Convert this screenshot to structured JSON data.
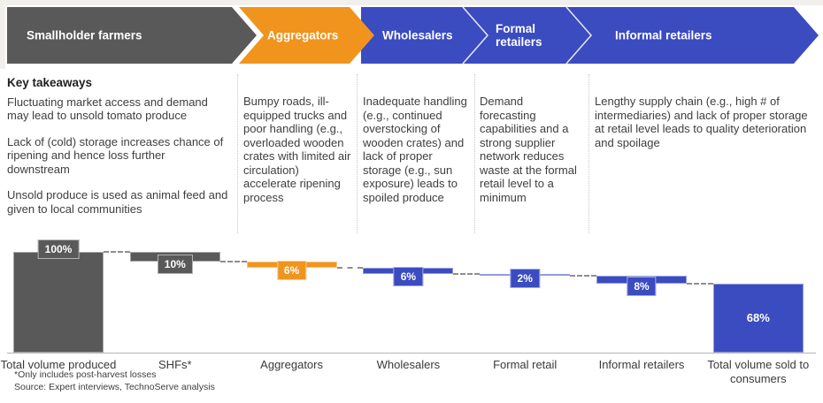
{
  "header": {
    "stages": [
      {
        "label": "Smallholder farmers",
        "color": "#595959"
      },
      {
        "label": "Aggregators",
        "color": "#F0941E"
      },
      {
        "label": "Wholesalers",
        "color": "#3B4BC0"
      },
      {
        "label": "Formal retailers",
        "color": "#3B4BC0"
      },
      {
        "label": "Informal retailers",
        "color": "#3B4BC0"
      }
    ],
    "separator_color": "#e8eaf6"
  },
  "takeaways": {
    "title": "Key takeaways",
    "columns": [
      {
        "paragraphs": [
          "Fluctuating market access and demand may lead to unsold tomato produce",
          "Lack of (cold) storage increases chance of ripening and hence loss further downstream",
          "Unsold produce is used as animal feed and given to local communities"
        ]
      },
      {
        "paragraphs": [
          "Bumpy roads, ill-equipped trucks and poor handling (e.g., overloaded wooden crates with limited air circulation) accelerate ripening process"
        ]
      },
      {
        "paragraphs": [
          "Inadequate handling (e.g., continued overstocking of wooden crates) and lack of proper storage (e.g., sun exposure) leads to spoiled produce"
        ]
      },
      {
        "paragraphs": [
          "Demand forecasting capabilities and a strong supplier network reduces waste at the formal retail level to a minimum"
        ]
      },
      {
        "paragraphs": [
          "Lengthy supply chain (e.g., high # of intermediaries) and lack of proper storage at retail level leads to quality deterioration and spoilage"
        ]
      }
    ]
  },
  "chart_data": {
    "type": "bar",
    "subtype": "waterfall",
    "unit": "%",
    "start_value": 100,
    "ylim": [
      0,
      100
    ],
    "grid": false,
    "bars": [
      {
        "category": "Total volume produced",
        "value": 100,
        "kind": "total",
        "color": "#595959",
        "label": "100%"
      },
      {
        "category": "SHFs*",
        "value": 10,
        "kind": "loss",
        "color": "#595959",
        "label": "10%"
      },
      {
        "category": "Aggregators",
        "value": 6,
        "kind": "loss",
        "color": "#F0941E",
        "label": "6%"
      },
      {
        "category": "Wholesalers",
        "value": 6,
        "kind": "loss",
        "color": "#3B4BC0",
        "label": "6%"
      },
      {
        "category": "Formal retail",
        "value": 2,
        "kind": "loss",
        "color": "#3B4BC0",
        "label": "2%"
      },
      {
        "category": "Informal retailers",
        "value": 8,
        "kind": "loss",
        "color": "#3B4BC0",
        "label": "8%"
      },
      {
        "category": "Total volume sold to consumers",
        "value": 68,
        "kind": "result",
        "color": "#3B4BC0",
        "label": "68%"
      }
    ]
  },
  "footnotes": {
    "note": "*Only includes post-harvest losses",
    "source": "Source: Expert interviews, TechnoServe analysis"
  }
}
